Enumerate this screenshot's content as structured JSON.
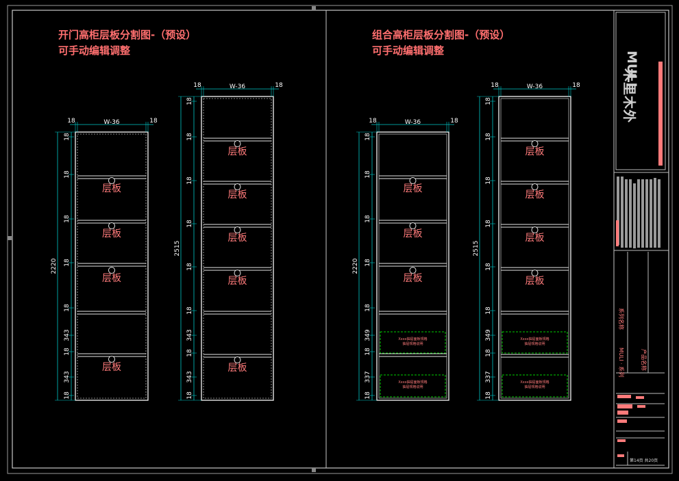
{
  "left_panel": {
    "title_line1": "开门高柜层板分割图-（预设）",
    "title_line2": "可手动编辑调整"
  },
  "right_panel": {
    "title_line1": "组合高柜层板分割图-（预设）",
    "title_line2": "可手动编辑调整"
  },
  "shelf_label": "层板",
  "dims": {
    "side": "18",
    "width": "W-36",
    "h_a": "2220",
    "h_b": "2515",
    "gap_a": "343",
    "gap_b": "349",
    "gap_c": "337"
  },
  "drawer_text": {
    "line1": "Xxxx抽屉面板规格",
    "line2": "抽屉规格说明"
  },
  "brand": {
    "latin": "MULI",
    "cn": "木里木外"
  },
  "title_block": {
    "project_label": "系列名称",
    "project_value": "MULI · 系列",
    "product_label": "产品名称",
    "page_info": "第14页 共20页"
  },
  "colors": {
    "background": "#000000",
    "title": "#ff6f6f",
    "cabinet": "#e6e6e6",
    "dimension": "#00c8c8",
    "dim_text": "#ffffff",
    "drawer": "#00d000",
    "accent": "#ff7b7b"
  }
}
